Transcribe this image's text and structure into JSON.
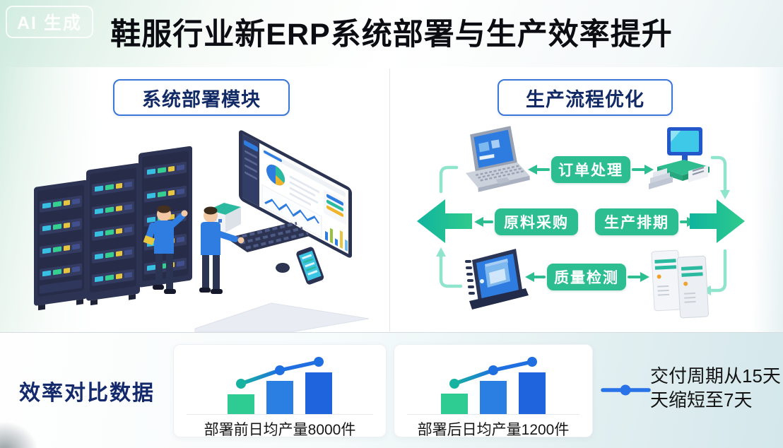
{
  "watermark": {
    "label": "AI 生成"
  },
  "title": "鞋服行业新ERP系统部署与生产效率提升",
  "left_panel": {
    "header": "系统部署模块"
  },
  "right_panel": {
    "header": "生产流程优化",
    "flow_order": "订单处理",
    "flow_material": "原料采购",
    "flow_schedule": "生产排期",
    "flow_quality": "质量检测"
  },
  "bottom_section": {
    "title": "效率对比数据",
    "legend_text_line1": "交付周期从15天",
    "legend_text_line2": "天缩短至7天"
  },
  "chart_data": [
    {
      "type": "bar",
      "caption": "部署前日均产量8000件",
      "values": [
        28,
        47,
        59
      ],
      "value_scale": "relative heights (no axis labels shown)",
      "bar_colors": [
        "#2ecb92",
        "#2b7fe3",
        "#1f63dd"
      ],
      "trend_line": {
        "values": [
          43,
          62,
          74
        ],
        "color_start": "#17b3a0",
        "color_end": "#1f6fe0",
        "dot_colors": [
          "#17b3a0",
          "#1f6fe0",
          "#1f6fe0"
        ]
      },
      "grid": false,
      "legend": "none"
    },
    {
      "type": "bar",
      "caption": "部署后日均产量1200件",
      "values": [
        29,
        47,
        59
      ],
      "value_scale": "relative heights (no axis labels shown)",
      "bar_colors": [
        "#2ecb92",
        "#2b7fe3",
        "#1f63dd"
      ],
      "trend_line": {
        "values": [
          43,
          62,
          74
        ],
        "color_start": "#17b3a0",
        "color_end": "#1f6fe0",
        "dot_colors": [
          "#17b3a0",
          "#1f6fe0",
          "#1f6fe0"
        ]
      },
      "grid": false,
      "legend": "none"
    }
  ],
  "colors": {
    "accent_green": "#2cbd90",
    "accent_blue": "#1f6fe0",
    "dark_navy": "#13296b",
    "connector_green": "#8fe4cc",
    "pill_border_blue": "#3b76d9",
    "title_black": "#0b0d12"
  },
  "icons": {
    "laptop": "laptop-icon",
    "pos_terminal": "pos-terminal-icon",
    "tablet": "tablet-display-icon",
    "servers": "server-towers-icon",
    "server_racks": "server-rack-illustration",
    "dashboard": "dashboard-monitor-illustration",
    "trend_legend": "trend-line-legend-icon"
  }
}
